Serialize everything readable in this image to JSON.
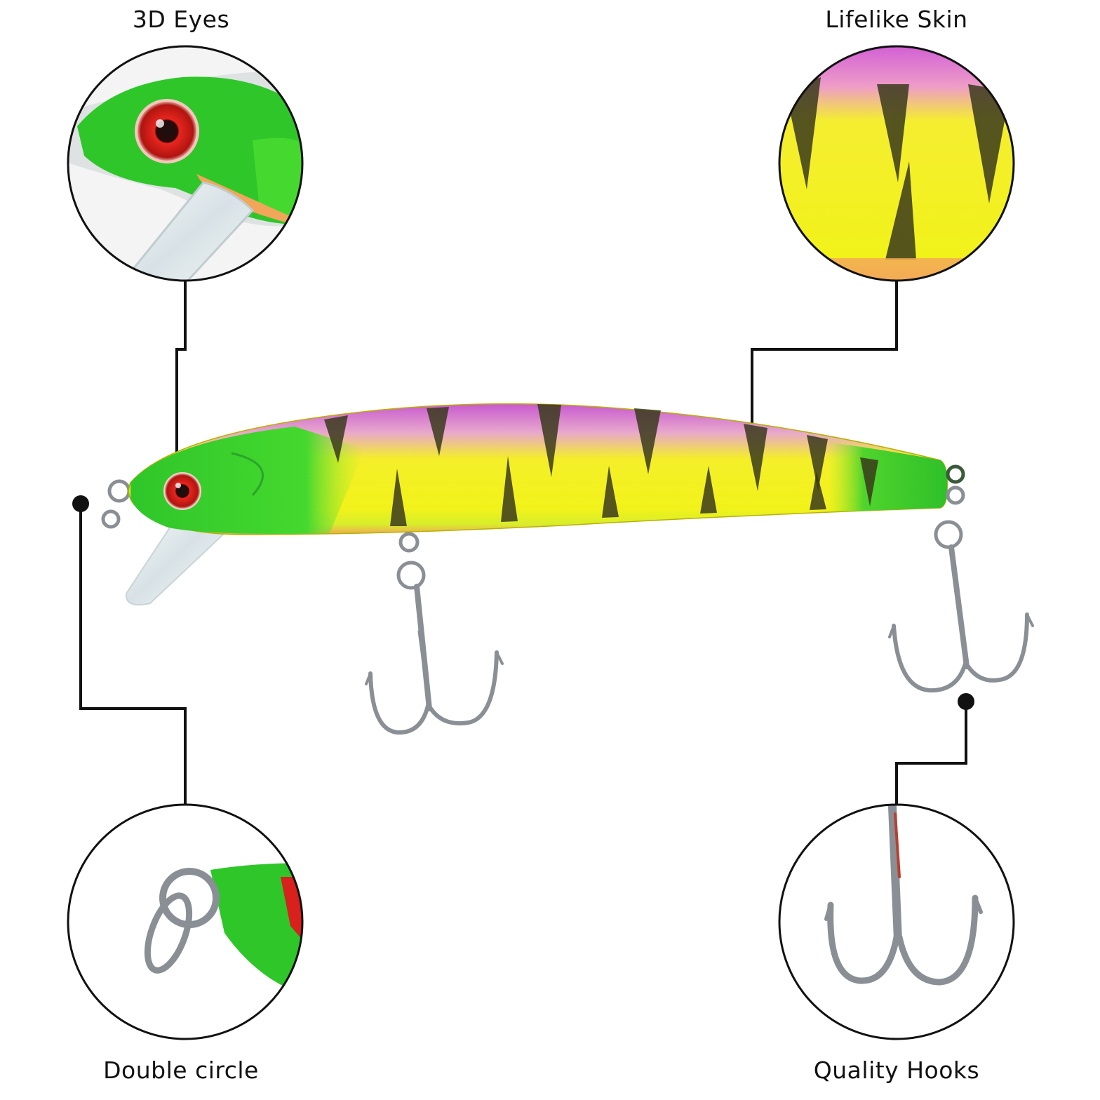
{
  "features": {
    "eyes_label": "3D Eyes",
    "skin_label": "Lifelike Skin",
    "circle_label": "Double circle",
    "hooks_label": "Quality Hooks"
  },
  "colors": {
    "body_green": "#3fd42c",
    "body_yellow": "#f2f21a",
    "back_purple": "#c85ad0",
    "belly_orange": "#f2a65a",
    "stripe_dark": "#3a3a1c",
    "eye_red": "#d8201c",
    "lip_clear": "#e4ecee",
    "hook_metal": "#8a8f95",
    "line_black": "#111111"
  }
}
